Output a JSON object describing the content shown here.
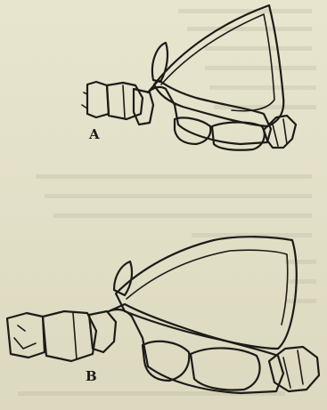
{
  "figure": {
    "panels": [
      {
        "id": "A",
        "label": "A"
      },
      {
        "id": "B",
        "label": "B"
      }
    ],
    "ink_color": "#1c1b17",
    "paper_color": "#e4e1c9"
  }
}
